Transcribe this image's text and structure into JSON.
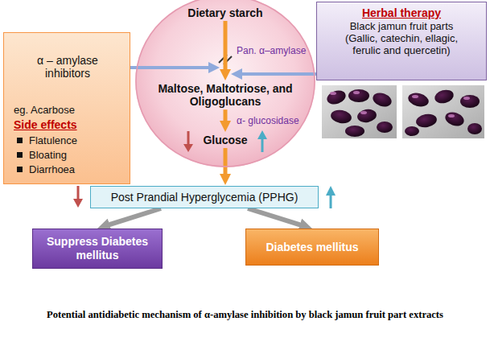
{
  "diagram": {
    "caption": "Potential antidiabetic mechanism of α-amylase inhibition by black jamun fruit part extracts",
    "nodes": [
      {
        "text": [
          "α – amylase inhibitors",
          "eg. Acarbose",
          "Side effects",
          "Flatulence",
          "Bloating",
          "Diarrhoea"
        ]
      },
      {
        "text": []
      },
      {
        "text": [
          "Dietary starch"
        ],
        "in": 1
      },
      {
        "text": [
          "Maltose, Maltotriose, and Oligoglucans"
        ],
        "in": 1
      },
      {
        "text": [
          "Glucose"
        ],
        "in": 1
      },
      {
        "text": [
          "Herbal therapy",
          "Black jamun fruit parts (Gallic, catechin, ellagic, ferulic and quercetin)"
        ]
      },
      {
        "text": [
          "Post Prandial Hyperglycemia (PPHG)"
        ]
      },
      {
        "text": [
          "Suppress Diabetes mellitus"
        ]
      },
      {
        "text": [
          "Diabetes mellitus"
        ]
      }
    ],
    "edges": [
      {
        "from": 0,
        "to": 1,
        "arrow": "to"
      },
      {
        "from": 5,
        "to": 1,
        "arrow": "to"
      },
      {
        "from": 2,
        "to": 3,
        "label": "Pan. α–amylase",
        "arrow": "to"
      },
      {
        "from": 3,
        "to": 4,
        "label": "α- glucosidase",
        "arrow": "to"
      },
      {
        "from": 4,
        "to": 6,
        "arrow": "to"
      },
      {
        "from": 6,
        "to": 7,
        "arrow": "to"
      },
      {
        "from": 6,
        "to": 8,
        "arrow": "to"
      }
    ]
  }
}
